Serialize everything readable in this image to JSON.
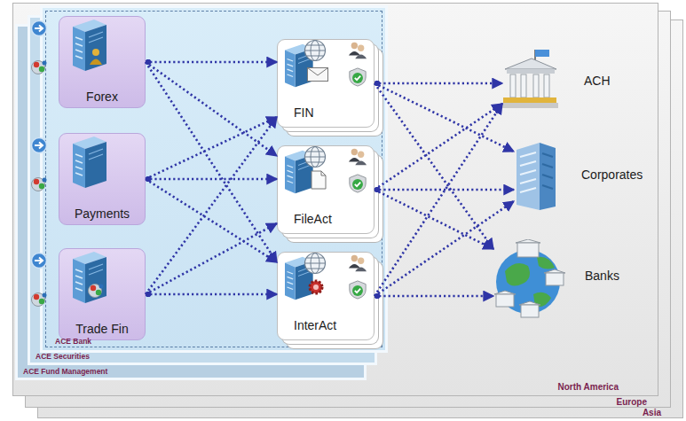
{
  "diagram": {
    "nodes": [
      {
        "text": [
          "Asia"
        ]
      },
      {
        "text": [
          "Europe"
        ]
      },
      {
        "text": [
          "North America"
        ]
      },
      {
        "text": [
          "ACE Fund Management"
        ],
        "in": 2
      },
      {
        "text": [
          "ACE Securities"
        ],
        "in": 2
      },
      {
        "text": [
          "ACE Bank"
        ],
        "in": 2
      },
      {
        "text": [
          "Forex"
        ],
        "in": 5
      },
      {
        "text": [
          "Payments"
        ],
        "in": 5
      },
      {
        "text": [
          "Trade Fin"
        ],
        "in": 5
      },
      {
        "text": [
          "FIN"
        ],
        "in": 5
      },
      {
        "text": [
          "FileAct"
        ],
        "in": 5
      },
      {
        "text": [
          "InterAct"
        ],
        "in": 5
      },
      {
        "text": [
          "ACH"
        ],
        "in": 2
      },
      {
        "text": [
          "Corporates"
        ],
        "in": 2
      },
      {
        "text": [
          "Banks"
        ],
        "in": 2
      }
    ],
    "edges": [
      {
        "from": 6,
        "to": 9,
        "arrow": "to"
      },
      {
        "from": 6,
        "to": 10,
        "arrow": "to"
      },
      {
        "from": 6,
        "to": 11,
        "arrow": "to"
      },
      {
        "from": 7,
        "to": 9,
        "arrow": "to"
      },
      {
        "from": 7,
        "to": 10,
        "arrow": "to"
      },
      {
        "from": 7,
        "to": 11,
        "arrow": "to"
      },
      {
        "from": 8,
        "to": 9,
        "arrow": "to"
      },
      {
        "from": 8,
        "to": 10,
        "arrow": "to"
      },
      {
        "from": 8,
        "to": 11,
        "arrow": "to"
      },
      {
        "from": 9,
        "to": 12,
        "arrow": "to"
      },
      {
        "from": 9,
        "to": 13,
        "arrow": "to"
      },
      {
        "from": 9,
        "to": 14,
        "arrow": "to"
      },
      {
        "from": 10,
        "to": 12,
        "arrow": "to"
      },
      {
        "from": 10,
        "to": 13,
        "arrow": "to"
      },
      {
        "from": 10,
        "to": 14,
        "arrow": "to"
      },
      {
        "from": 11,
        "to": 12,
        "arrow": "to"
      },
      {
        "from": 11,
        "to": 13,
        "arrow": "to"
      },
      {
        "from": 11,
        "to": 14,
        "arrow": "to"
      }
    ]
  }
}
